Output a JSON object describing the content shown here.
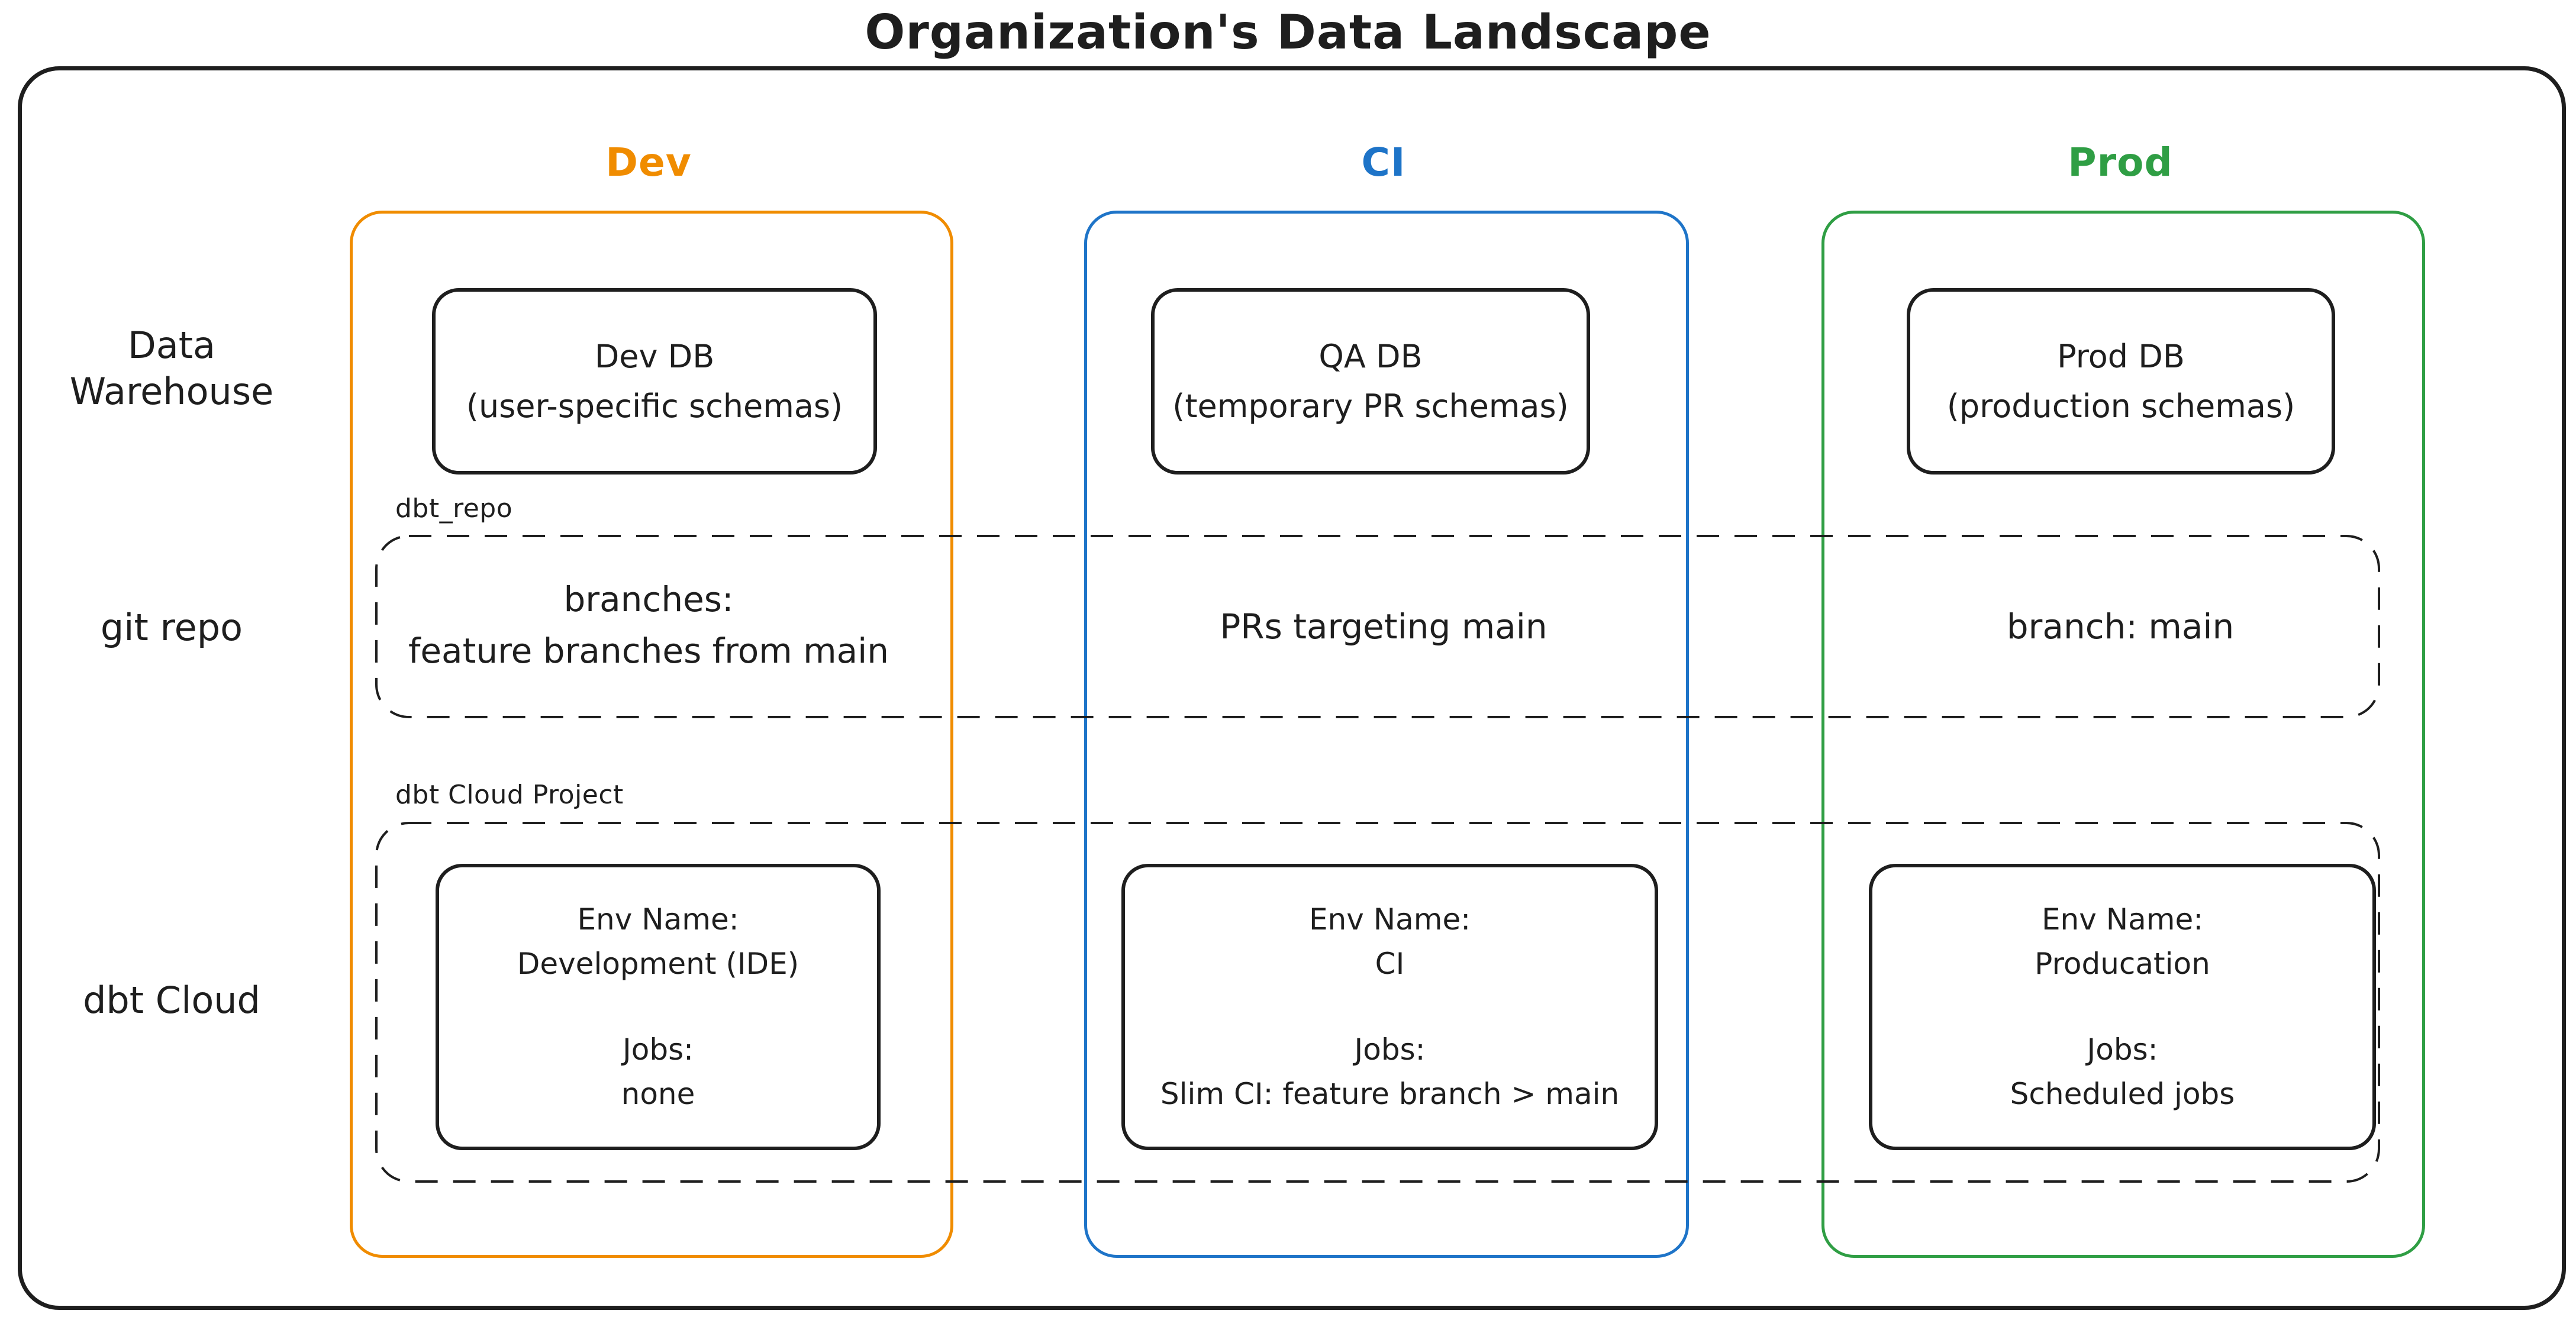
{
  "title": "Organization's Data Landscape",
  "palette": {
    "ink": "#1e1e1e",
    "dev_accent": "#f08c00",
    "ci_accent": "#1e74c8",
    "prod_accent": "#2f9e44"
  },
  "row_labels": {
    "warehouse_line1": "Data",
    "warehouse_line2": "Warehouse",
    "git": "git repo",
    "cloud": "dbt Cloud"
  },
  "group_labels": {
    "git_repo": "dbt_repo",
    "cloud_project": "dbt Cloud Project"
  },
  "columns": {
    "dev": {
      "header": "Dev",
      "db_line1": "Dev DB",
      "db_line2": "(user-specific schemas)",
      "git_line1": "branches:",
      "git_line2": "feature branches from main",
      "env_label": "Env Name:",
      "env_name": "Development (IDE)",
      "jobs_label": "Jobs:",
      "jobs": "none"
    },
    "ci": {
      "header": "CI",
      "db_line1": "QA DB",
      "db_line2": "(temporary PR schemas)",
      "git_line1": "PRs targeting main",
      "env_label": "Env Name:",
      "env_name": "CI",
      "jobs_label": "Jobs:",
      "jobs": "Slim CI: feature branch > main"
    },
    "prod": {
      "header": "Prod",
      "db_line1": "Prod DB",
      "db_line2": "(production schemas)",
      "git_line1": "branch: main",
      "env_label": "Env Name:",
      "env_name": "Producation",
      "jobs_label": "Jobs:",
      "jobs": "Scheduled jobs"
    }
  }
}
